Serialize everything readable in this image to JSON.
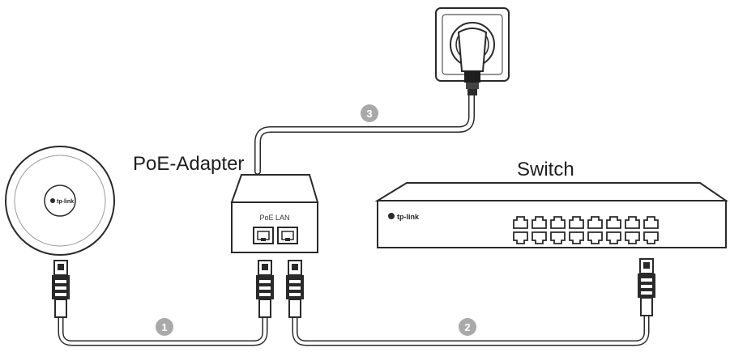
{
  "labels": {
    "poe_adapter": "PoE-Adapter",
    "switch": "Switch",
    "adapter_ports": "PoE LAN",
    "switch_brand": "tp-link",
    "ap_brand": "tp-link"
  },
  "steps": [
    {
      "number": "1"
    },
    {
      "number": "2"
    },
    {
      "number": "3"
    }
  ],
  "colors": {
    "outline": "#2a2a2a",
    "cable": "#b8b8b8",
    "step_badge": "#a9a9a9",
    "device_fill": "#ffffff"
  }
}
